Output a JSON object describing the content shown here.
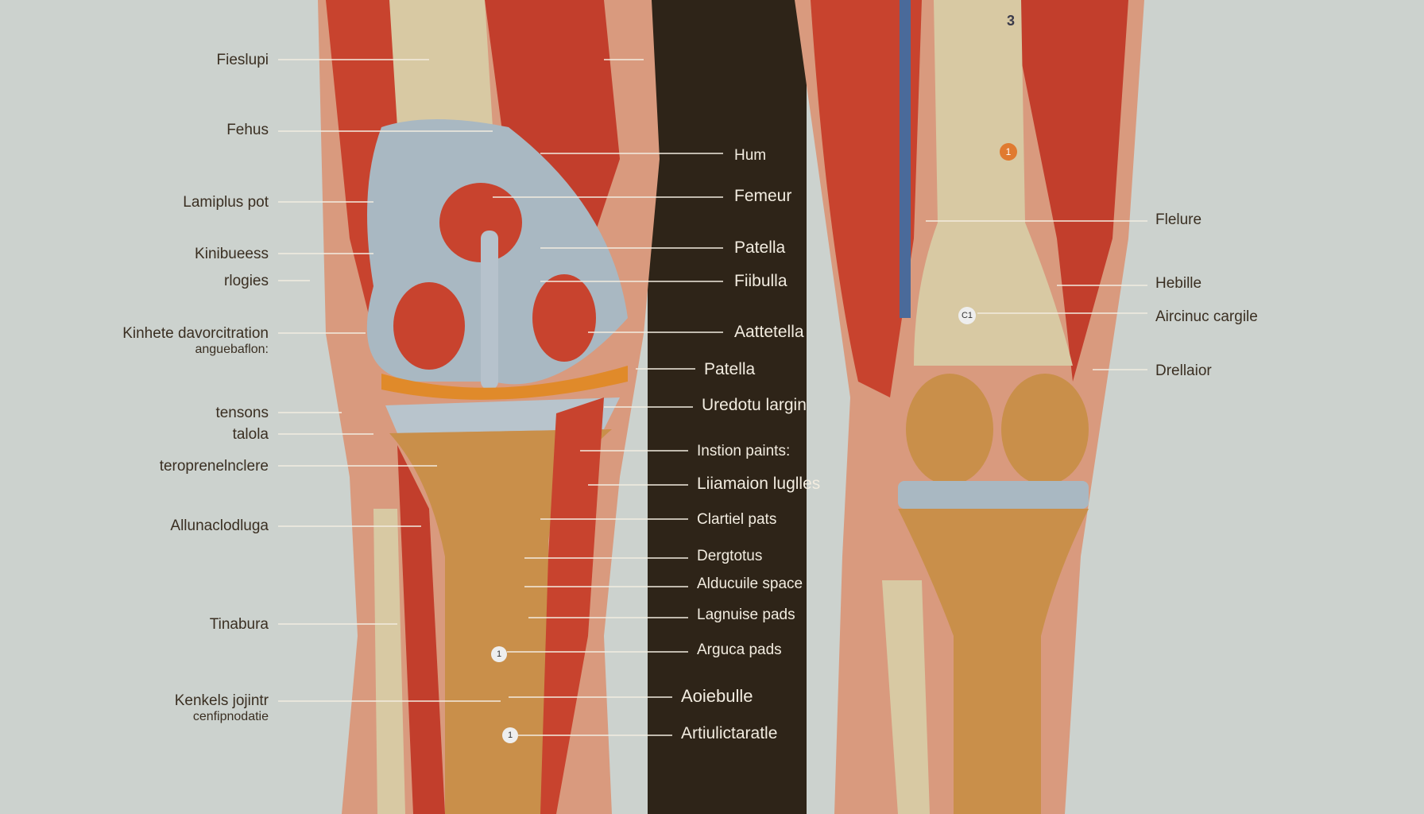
{
  "colors": {
    "background": "#ccd2ce",
    "center_band": "#2e2418",
    "muscle": "#c8432e",
    "bone": "#d8c9a3",
    "spongy_bone": "#c98f4a",
    "cartilage": "#a9b8c2"
  },
  "top_marker": "3",
  "left_labels": [
    {
      "text": "Fieslupi"
    },
    {
      "text": "Fehus"
    },
    {
      "text": "Lamiplus pot"
    },
    {
      "text": "Kinibueess"
    },
    {
      "text": "rlogies"
    },
    {
      "text": "Kinhete davorcitration",
      "sub": "anguebaflon:"
    },
    {
      "text": "tensons"
    },
    {
      "text": "talola"
    },
    {
      "text": "teroprenelnclere"
    },
    {
      "text": "Allunaclodluga"
    },
    {
      "text": "Tinabura"
    },
    {
      "text": "Kenkels jojintr",
      "sub": "cenfipnodatie"
    }
  ],
  "middle_labels": [
    {
      "text": "Hum"
    },
    {
      "text": "Femeur"
    },
    {
      "text": "Patella"
    },
    {
      "text": "Fiibulla"
    },
    {
      "text": "Aattetella"
    },
    {
      "text": "Patella"
    },
    {
      "text": "Uredotu largin"
    },
    {
      "text": "Instion paints:"
    },
    {
      "text": "Liiamaion luglles"
    },
    {
      "text": "Clartiel pats"
    },
    {
      "text": "Dergtotus"
    },
    {
      "text": "Alducuile space"
    },
    {
      "text": "Lagnuise pads"
    },
    {
      "text": "Arguca pads"
    },
    {
      "text": "Aoiebulle"
    },
    {
      "text": "Artiulictaratle"
    }
  ],
  "right_labels": [
    {
      "text": "Flelure"
    },
    {
      "text": "Hebille"
    },
    {
      "text": "Aircinuc cargile"
    },
    {
      "text": "Drellaior"
    }
  ],
  "markers": {
    "a": "1",
    "b": "C1",
    "c": "1",
    "d": "1"
  }
}
